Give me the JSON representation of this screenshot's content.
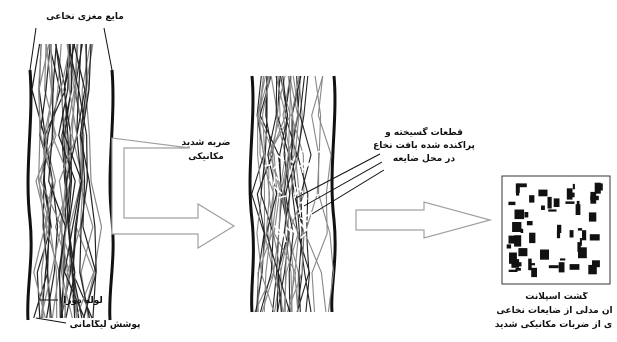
{
  "labels": {
    "csf": "مایع مغزی نخاعی",
    "dura_tube": "لوله دورا",
    "ligament_cover": "پوشش لیگامانی",
    "trauma_line1": "ضربه شدید",
    "trauma_line2": "مکانیکی",
    "fragments_line1": "قطعات گسیخته و",
    "fragments_line2": "پراکنده شده بافت نخاع",
    "fragments_line3": "در محل ضایعه",
    "scar_line1": "گشت اسپلانت",
    "scar_line2": "ان مدلی از ضایعات نخاعی",
    "scar_line3": "ی از ضربات مکانیکی شدید"
  },
  "colors": {
    "ink": "#111111",
    "arrow_outline": "#a0a0a0",
    "background": "#ffffff"
  }
}
